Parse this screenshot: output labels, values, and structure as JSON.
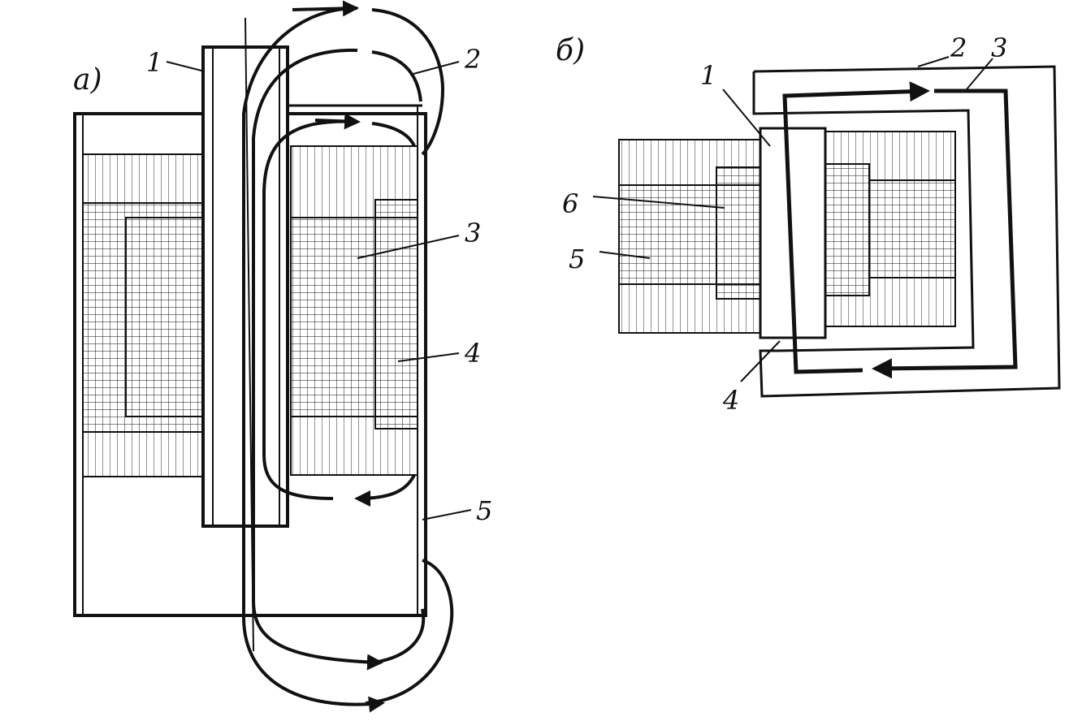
{
  "panels": [
    {
      "id": "a",
      "label": "а)",
      "callouts": [
        "1",
        "2",
        "3",
        "4",
        "5"
      ]
    },
    {
      "id": "b",
      "label": "б)",
      "callouts": [
        "1",
        "2",
        "3",
        "4",
        "5",
        "6"
      ]
    }
  ],
  "colors": {
    "ink": "#111111",
    "paper": "#ffffff"
  }
}
